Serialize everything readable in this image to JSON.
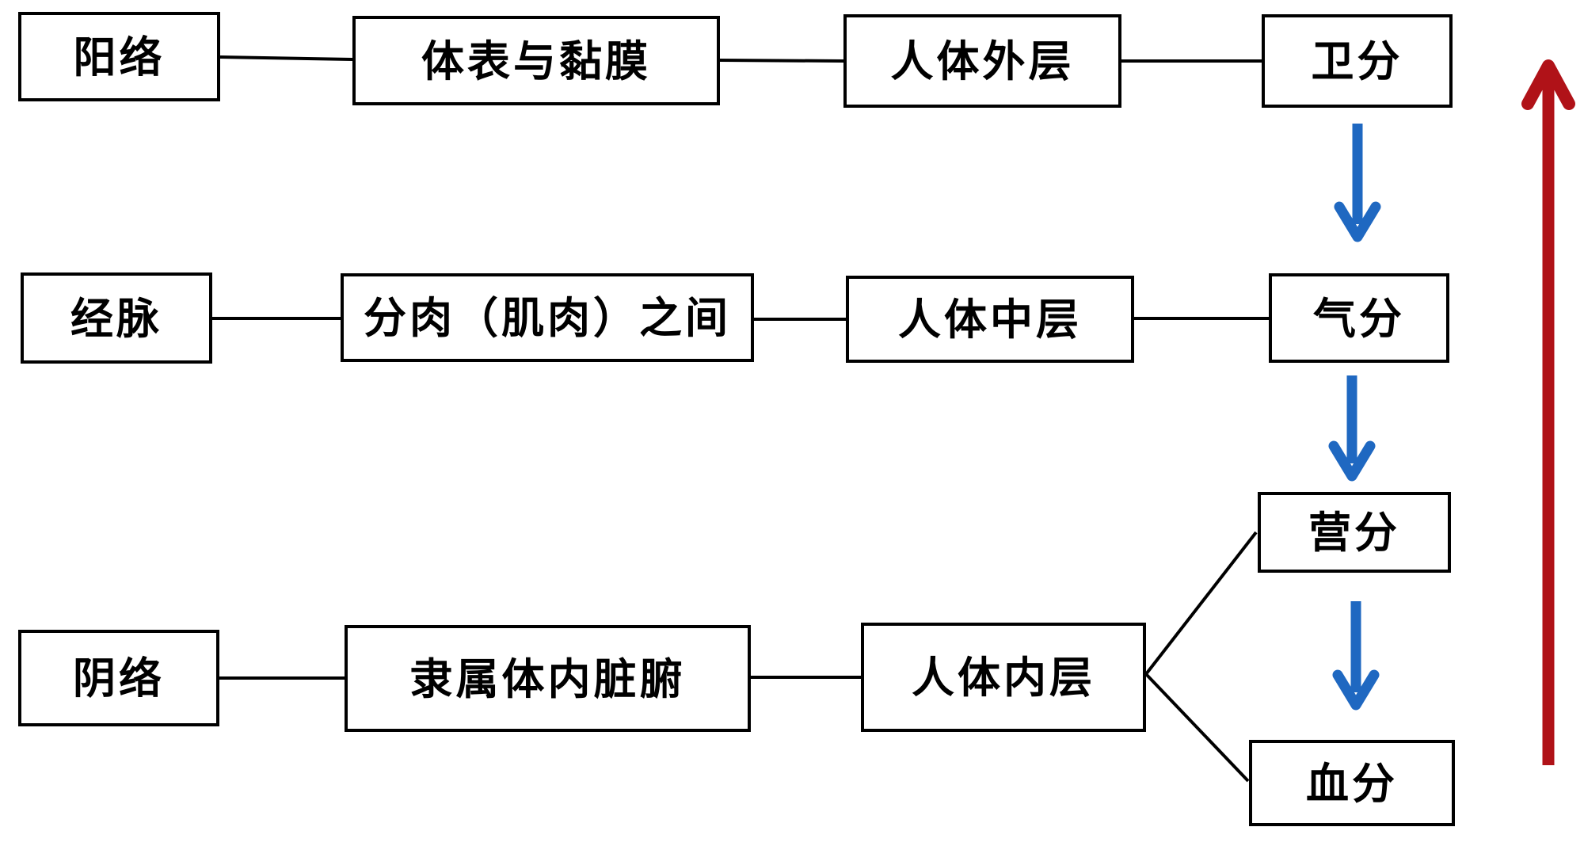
{
  "nodes": {
    "yang_luo": {
      "label": "阳络"
    },
    "body_surface": {
      "label": "体表与黏膜"
    },
    "outer_layer": {
      "label": "人体外层"
    },
    "wei_fen": {
      "label": "卫分"
    },
    "jing_mai": {
      "label": "经脉"
    },
    "fen_rou": {
      "label": "分肉（肌肉）之间"
    },
    "middle_layer": {
      "label": "人体中层"
    },
    "qi_fen": {
      "label": "气分"
    },
    "yin_luo": {
      "label": "阴络"
    },
    "viscera": {
      "label": "隶属体内脏腑"
    },
    "inner_layer": {
      "label": "人体内层"
    },
    "ying_fen": {
      "label": "营分"
    },
    "xue_fen": {
      "label": "血分"
    }
  },
  "colors": {
    "background": "#FFFFFF",
    "box_border": "#000000",
    "connector": "#000000",
    "down_arrow_blue": "#1F68C1",
    "up_arrow_red": "#B01218"
  }
}
